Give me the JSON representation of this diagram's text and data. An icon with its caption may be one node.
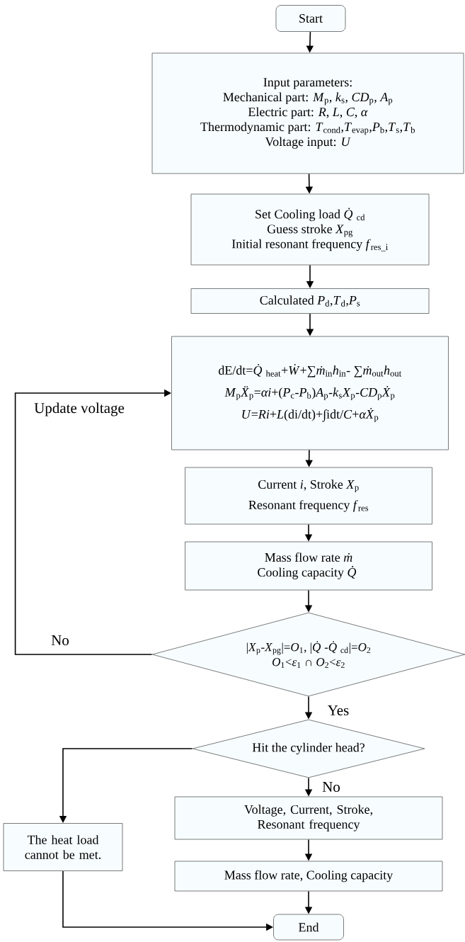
{
  "diagram": {
    "nodes": [
      {
        "text": [
          "Start"
        ]
      },
      {
        "text": [
          "Input parameters:",
          "Mechanical part: *M*$_{p}$, *k*$_{s}$, *CD*$_{p}$, *A*$_{p}$",
          "Electric part: *R*, *L*, *C*, *α*",
          "Thermodynamic part: *T*$_{cond}$,*T*$_{evap}$,*P*$_{b}$,*T*$_{s}$,*T*$_{b}$",
          "Voltage input: *U*"
        ]
      },
      {
        "text": [
          "Set Cooling load *Q̇*$_{cd}$",
          "Guess stroke *X*$_{pg}$",
          "Initial resonant frequency *f*$_{res_i}$"
        ]
      },
      {
        "text": [
          "Calculated *P*$_{d}$,*T*$_{d}$,*P*$_{s}$"
        ]
      },
      {
        "text": [
          "dE/dt=*Q̇*$_{heat}$+*Ẇ*+∑*ṁ*$_{in}$*h*$_{in}$- ∑*ṁ*$_{out}$*h*$_{out}$",
          "*M*$_{p}$*Ẍ*$_{p}$=*αi*+(*P*$_{c}$-*P*$_{b}$)*A*$_{p}$-*k*$_{s}$*X*$_{p}$-*CD*$_{p}$*Ẋ*$_{p}$",
          "*U*=*Ri*+*L*(di/dt)+∫idt/*C*+*αẊ*$_{p}$"
        ]
      },
      {
        "text": [
          "Current *i*, Stroke *X*$_{p}$",
          "Resonant frequency *f*$_{res}$"
        ]
      },
      {
        "text": [
          "Mass flow rate *ṁ*",
          "Cooling capacity *Q̇*"
        ]
      },
      {
        "text": [
          "|*X*$_{p}$-*X*$_{pg}$|=*O*$_{1}$, |*Q̇*-*Q̇*$_{cd}$|=*O*$_{2}$",
          "*O*$_{1}$<*ε*$_{1}$ ∩ *O*$_{2}$<*ε*$_{2}$"
        ]
      },
      {
        "text": [
          "Hit the cylinder head?"
        ]
      },
      {
        "text": [
          "Voltage, Current, Stroke, Resonant frequency"
        ]
      },
      {
        "text": [
          "Mass flow rate, Cooling capacity"
        ]
      },
      {
        "text": [
          "The heat load cannot be met."
        ]
      },
      {
        "text": [
          "End"
        ]
      }
    ],
    "edges": [
      {
        "from": 0,
        "to": 1,
        "arrow": "to"
      },
      {
        "from": 1,
        "to": 2,
        "arrow": "to"
      },
      {
        "from": 2,
        "to": 3,
        "arrow": "to"
      },
      {
        "from": 3,
        "to": 4,
        "arrow": "to"
      },
      {
        "from": 4,
        "to": 5,
        "arrow": "to"
      },
      {
        "from": 5,
        "to": 6,
        "arrow": "to"
      },
      {
        "from": 6,
        "to": 7,
        "arrow": "to"
      },
      {
        "from": 7,
        "to": 4,
        "arrow": "to",
        "label": "No"
      },
      {
        "from": 7,
        "to": 8,
        "arrow": "to",
        "label": "Yes"
      },
      {
        "from": 8,
        "to": 9,
        "arrow": "to",
        "label": "No"
      },
      {
        "from": 9,
        "to": 10,
        "arrow": "to"
      },
      {
        "from": 10,
        "to": 12,
        "arrow": "to"
      },
      {
        "from": 8,
        "to": 11,
        "arrow": "to"
      },
      {
        "from": 11,
        "to": 12,
        "arrow": "to"
      }
    ],
    "labels": [
      "Update voltage"
    ]
  }
}
